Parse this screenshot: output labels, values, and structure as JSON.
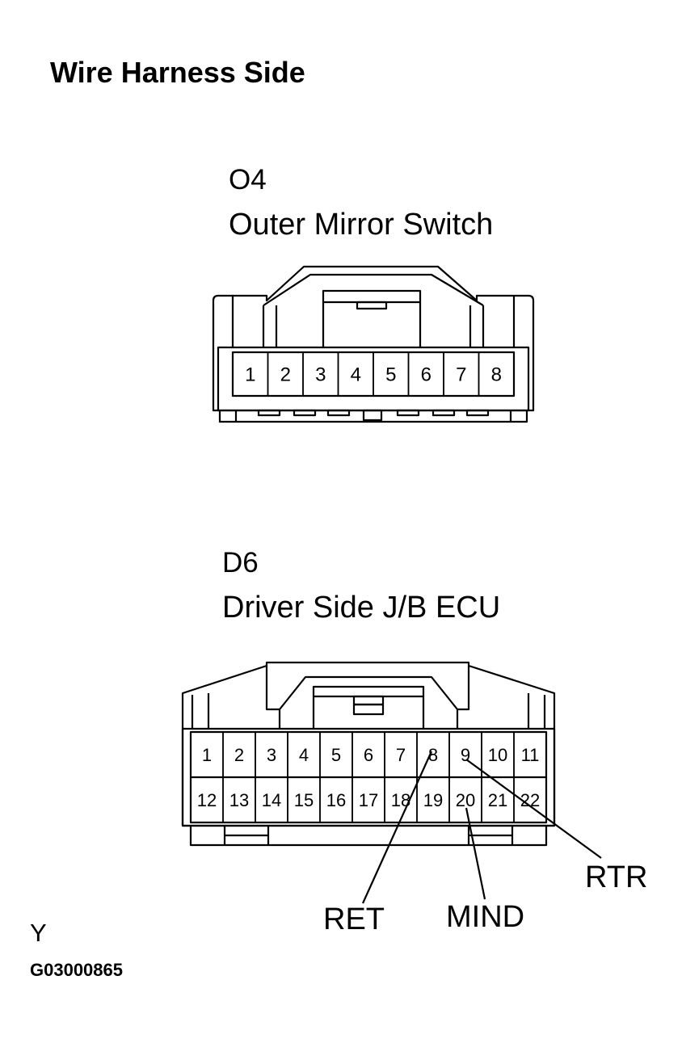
{
  "title": "Wire Harness Side",
  "connectors": [
    {
      "code": "O4",
      "name": "Outer Mirror Switch",
      "pins": [
        "1",
        "2",
        "3",
        "4",
        "5",
        "6",
        "7",
        "8"
      ]
    },
    {
      "code": "D6",
      "name": "Driver Side J/B ECU",
      "pins_row1": [
        "1",
        "2",
        "3",
        "4",
        "5",
        "6",
        "7",
        "8",
        "9",
        "10",
        "11"
      ],
      "pins_row2": [
        "12",
        "13",
        "14",
        "15",
        "16",
        "17",
        "18",
        "19",
        "20",
        "21",
        "22"
      ]
    }
  ],
  "callouts": [
    {
      "label": "RET",
      "pin": "8"
    },
    {
      "label": "MIND",
      "pin": "20"
    },
    {
      "label": "RTR",
      "pin": "9"
    }
  ],
  "footer": {
    "marker": "Y",
    "figure_id": "G03000865"
  }
}
